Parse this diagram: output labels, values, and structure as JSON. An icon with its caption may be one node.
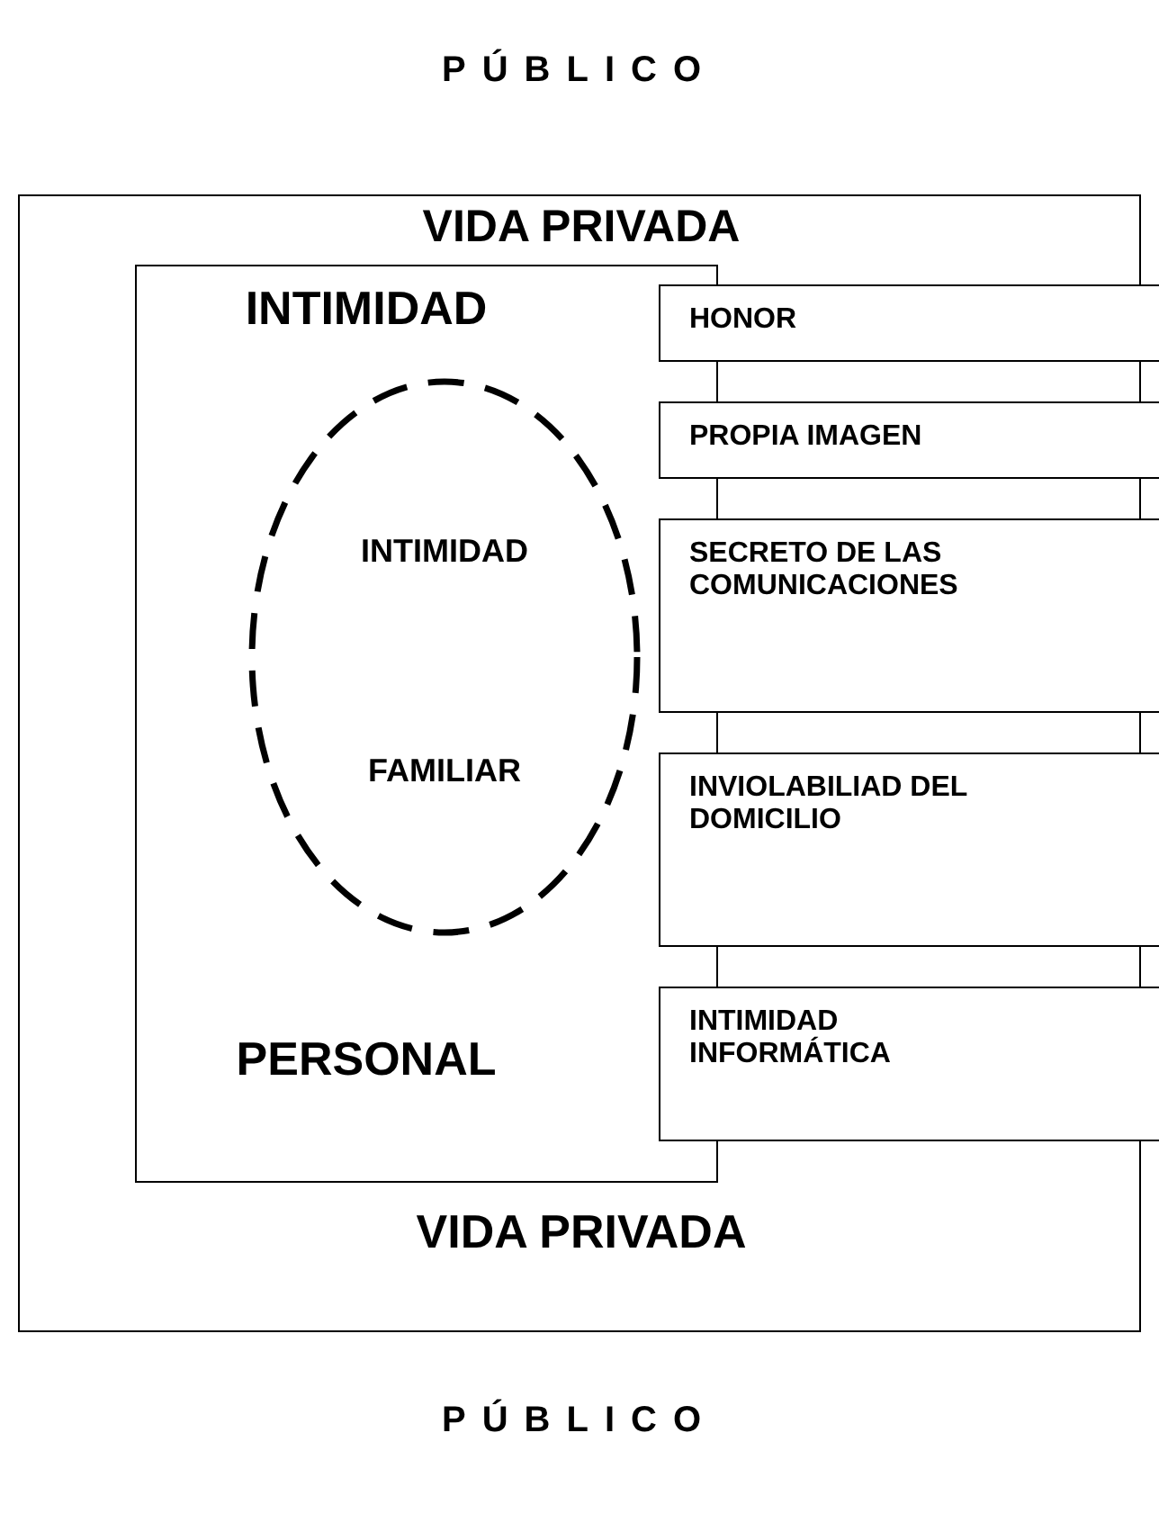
{
  "diagram": {
    "nodes": [
      {
        "text": [
          "VIDA PRIVADA",
          "VIDA PRIVADA"
        ]
      },
      {
        "text": [
          "INTIMIDAD",
          "PERSONAL"
        ],
        "in": 0
      },
      {
        "text": [
          "INTIMIDAD",
          "FAMILIAR"
        ],
        "in": 1
      },
      {
        "text": [
          "HONOR"
        ]
      },
      {
        "text": [
          "PROPIA IMAGEN"
        ]
      },
      {
        "text": [
          "SECRETO DE LAS COMUNICACIONES"
        ]
      },
      {
        "text": [
          "INVIOLABILIAD DEL DOMICILIO"
        ]
      },
      {
        "text": [
          "INTIMIDAD INFORMÁTICA"
        ]
      }
    ],
    "labels": [
      "PÚBLICO",
      "PÚBLICO"
    ]
  }
}
